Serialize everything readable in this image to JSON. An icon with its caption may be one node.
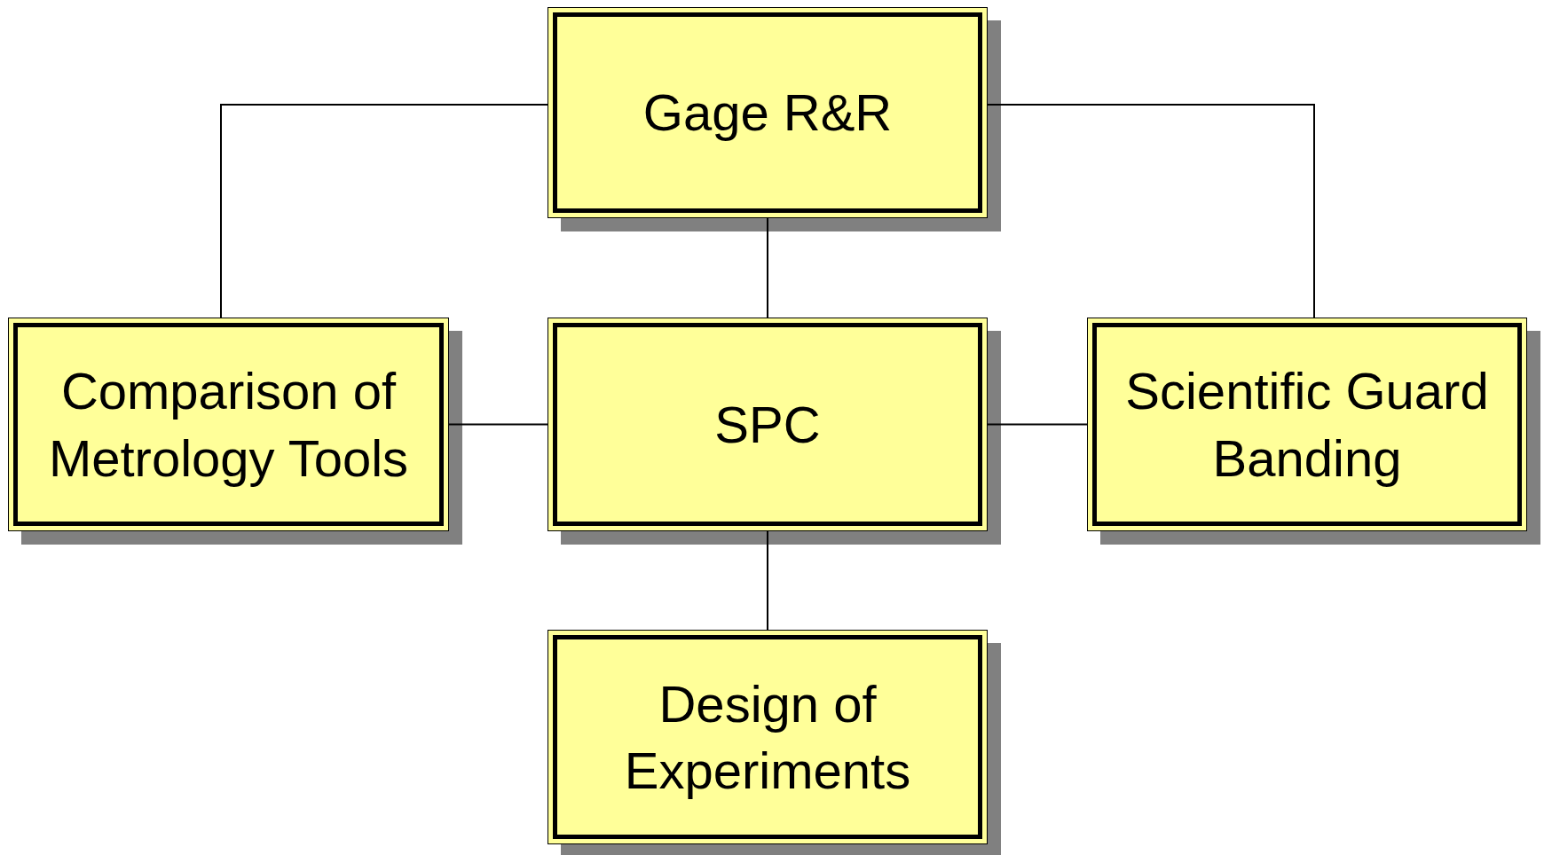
{
  "diagram": {
    "nodes": [
      {
        "text": [
          "Gage R&R"
        ]
      },
      {
        "text": [
          "Comparison of Metrology Tools"
        ]
      },
      {
        "text": [
          "SPC"
        ]
      },
      {
        "text": [
          "Scientific Guard Banding"
        ]
      },
      {
        "text": [
          "Design of Experiments"
        ]
      }
    ],
    "edges": [
      {
        "from": 0,
        "to": 1,
        "arrow": "none"
      },
      {
        "from": 0,
        "to": 3,
        "arrow": "none"
      },
      {
        "from": 0,
        "to": 2,
        "arrow": "none"
      },
      {
        "from": 1,
        "to": 2,
        "arrow": "none"
      },
      {
        "from": 2,
        "to": 3,
        "arrow": "none"
      },
      {
        "from": 2,
        "to": 4,
        "arrow": "none"
      }
    ]
  }
}
